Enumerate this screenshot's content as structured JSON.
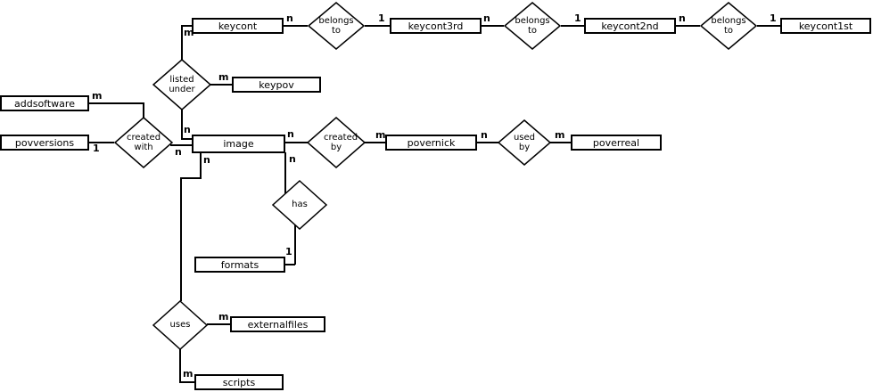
{
  "diagram": {
    "type": "entity-relationship",
    "background_color": "#ffffff",
    "line_color": "#000000",
    "entities": {
      "keycont": "keycont",
      "keycont3rd": "keycont3rd",
      "keycont2nd": "keycont2nd",
      "keycont1st": "keycont1st",
      "keypov": "keypov",
      "addsoftware": "addsoftware",
      "povversions": "povversions",
      "image": "image",
      "povernick": "povernick",
      "poverreal": "poverreal",
      "formats": "formats",
      "externalfiles": "externalfiles",
      "scripts": "scripts"
    },
    "relationships": {
      "belongs_to_1": "belongs to",
      "belongs_to_2": "belongs to",
      "belongs_to_3": "belongs to",
      "listed_under": "listed under",
      "created_with": "created with",
      "created_by": "created by",
      "used_by": "used by",
      "has": "has",
      "uses": "uses"
    },
    "cardinalities": {
      "keycont_listed_under": "m",
      "keycont_belongs_to_1": "n",
      "belongs_to_1_keycont3rd": "1",
      "keycont3rd_belongs_to_2": "n",
      "belongs_to_2_keycont2nd": "1",
      "keycont2nd_belongs_to_3": "n",
      "belongs_to_3_keycont1st": "1",
      "keypov_listed_under": "m",
      "addsoftware_created_with": "m",
      "povversions_created_with": "1",
      "image_listed_under": "n",
      "image_created_with": "n",
      "image_created_by": "n",
      "povernick_created_by": "m",
      "povernick_used_by": "n",
      "poverreal_used_by": "m",
      "image_has": "n",
      "formats_has": "1",
      "image_uses": "n",
      "externalfiles_uses": "m",
      "scripts_uses": "m"
    }
  }
}
